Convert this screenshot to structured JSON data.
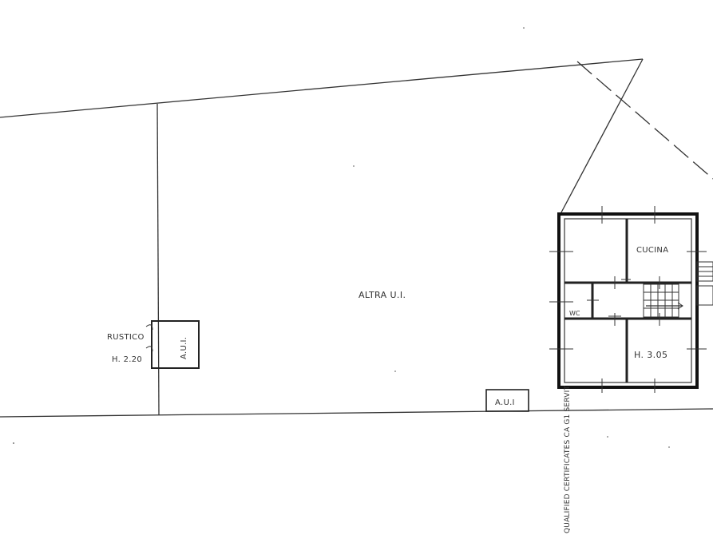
{
  "plan": {
    "labels": {
      "rustico": "RUSTICO",
      "rustico_height": "H. 2.20",
      "aui_small": "A.U.I.",
      "altra_ui": "ALTRA U.I.",
      "aui_bottom": "A.U.I",
      "cucina": "CUCINA",
      "room_height": "H. 3.05",
      "wc": "WC",
      "stamp": "QUALIFIED CERTIFICATES CA G1 SERVIT"
    }
  }
}
